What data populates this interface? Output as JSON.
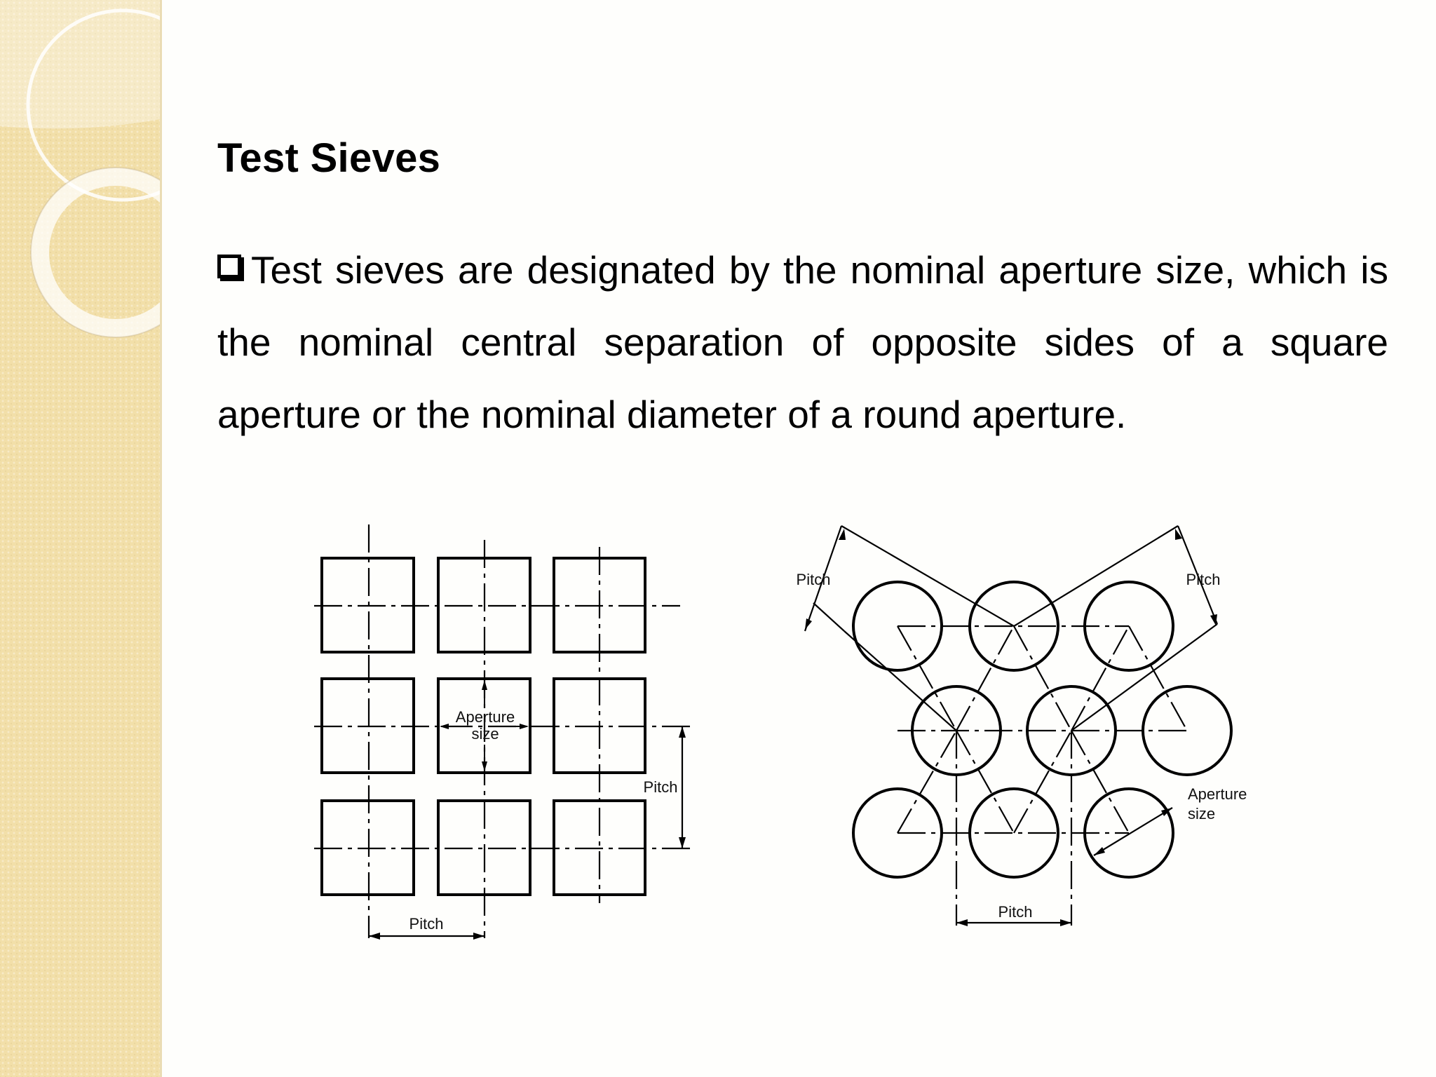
{
  "slide": {
    "title": "Test Sieves",
    "bullet_text": "Test sieves are designated by the nominal aperture size, which is the nominal central separation of opposite sides of a square aperture or the nominal diameter of a round aperture."
  },
  "figure_square": {
    "aperture_label_line1": "Aperture",
    "aperture_label_line2": "size",
    "pitch_right_label": "Pitch",
    "pitch_bottom_label": "Pitch"
  },
  "figure_round": {
    "pitch_left_label": "Pitch",
    "pitch_right_label": "Pitch",
    "aperture_label_line1": "Aperture",
    "aperture_label_line2": "size",
    "pitch_bottom_label": "Pitch"
  },
  "colors": {
    "sidebar": "#f2dfa9",
    "background": "#fefefc",
    "ink": "#000000"
  }
}
